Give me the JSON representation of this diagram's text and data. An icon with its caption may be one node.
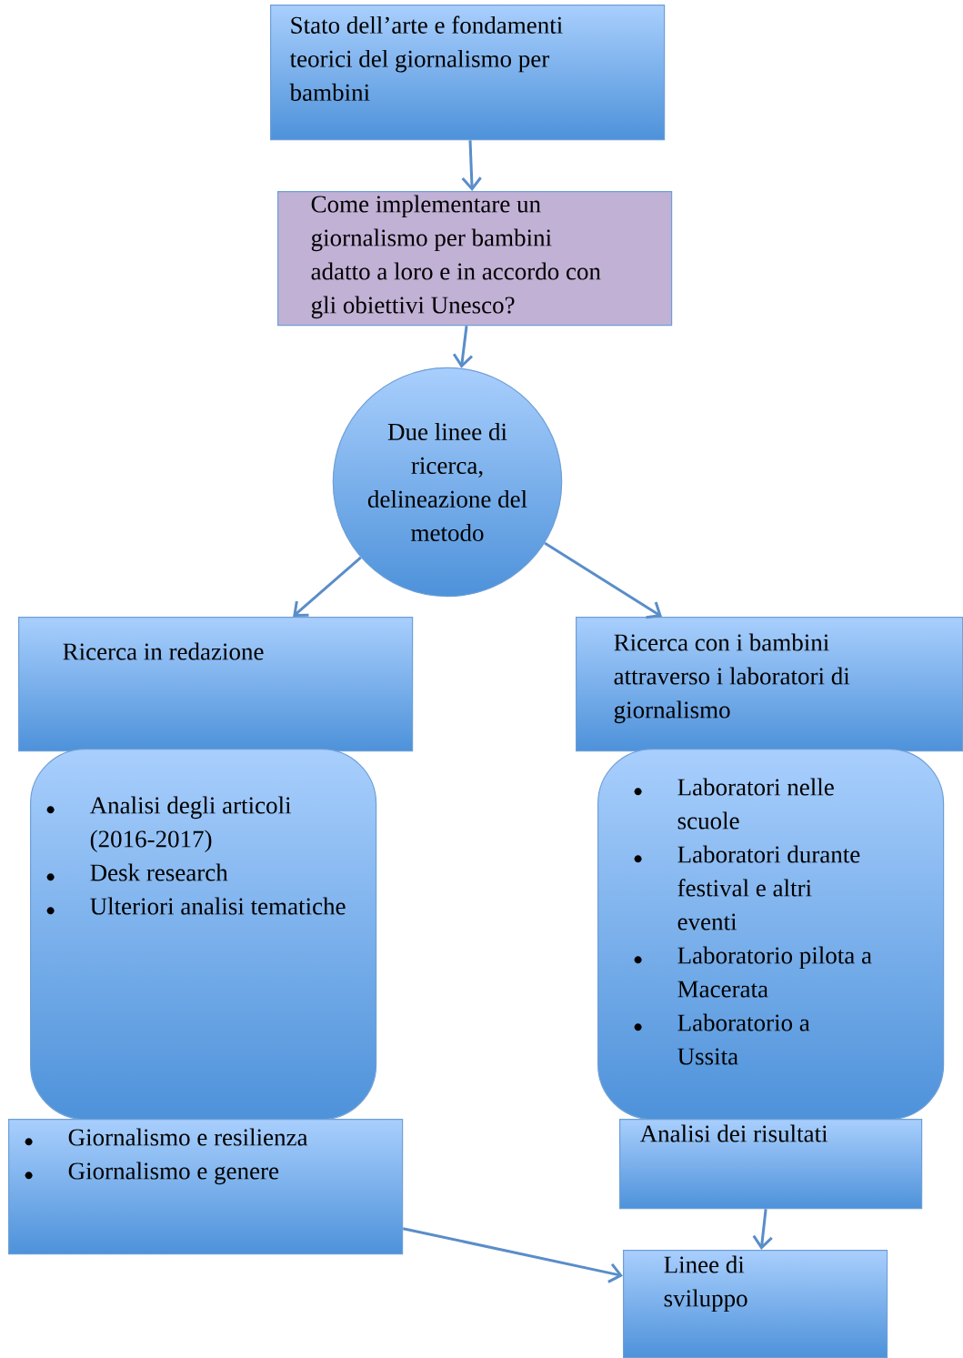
{
  "diagram": {
    "nodes": [
      {
        "text": [
          "Stato dell’arte e fondamenti teorici del giornalismo per bambini"
        ]
      },
      {
        "text": [
          "Come implementare un giornalismo per bambini adatto a loro e in accordo con gli obiettivi Unesco?"
        ]
      },
      {
        "text": [
          "Due linee di ricerca, delineazione del metodo"
        ]
      },
      {
        "text": [
          "Ricerca in redazione"
        ]
      },
      {
        "text": [
          "Ricerca con i bambini attraverso i laboratori di giornalismo"
        ]
      },
      {
        "text": [
          "Analisi degli articoli (2016-2017)",
          "Desk research",
          "Ulteriori analisi tematiche"
        ]
      },
      {
        "text": [
          "Laboratori nelle scuole",
          "Laboratori durante festival e altri eventi",
          "Laboratorio pilota a Macerata",
          "Laboratorio a Ussita"
        ]
      },
      {
        "text": [
          "Giornalismo e resilienza",
          "Giornalismo e genere"
        ]
      },
      {
        "text": [
          "Analisi dei risultati"
        ]
      },
      {
        "text": [
          "Linee di sviluppo"
        ]
      }
    ],
    "edges": [
      {
        "from": 0,
        "to": 1,
        "arrow": "to"
      },
      {
        "from": 1,
        "to": 2,
        "arrow": "to"
      },
      {
        "from": 2,
        "to": 3,
        "arrow": "to"
      },
      {
        "from": 2,
        "to": 4,
        "arrow": "to"
      },
      {
        "from": 8,
        "to": 9,
        "arrow": "to"
      },
      {
        "from": 7,
        "to": 9,
        "arrow": "to"
      }
    ]
  }
}
